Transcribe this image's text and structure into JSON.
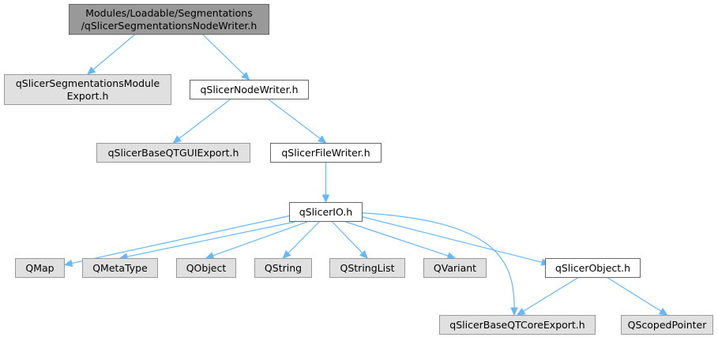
{
  "nodes": {
    "root": {
      "label": "Modules/Loadable/Segmentations\n/qSlicerSegmentationsNodeWriter.h",
      "kind": "root"
    },
    "segExport": {
      "label": "qSlicerSegmentationsModule\nExport.h",
      "kind": "ext"
    },
    "nodeWriter": {
      "label": "qSlicerNodeWriter.h",
      "kind": "doc"
    },
    "guiExport": {
      "label": "qSlicerBaseQTGUIExport.h",
      "kind": "ext"
    },
    "fileWriter": {
      "label": "qSlicerFileWriter.h",
      "kind": "doc"
    },
    "io": {
      "label": "qSlicerIO.h",
      "kind": "doc"
    },
    "qmap": {
      "label": "QMap",
      "kind": "ext"
    },
    "qmetatype": {
      "label": "QMetaType",
      "kind": "ext"
    },
    "qobject": {
      "label": "QObject",
      "kind": "ext"
    },
    "qstring": {
      "label": "QString",
      "kind": "ext"
    },
    "qstringlist": {
      "label": "QStringList",
      "kind": "ext"
    },
    "qvariant": {
      "label": "QVariant",
      "kind": "ext"
    },
    "slicerObject": {
      "label": "qSlicerObject.h",
      "kind": "doc"
    },
    "coreExport": {
      "label": "qSlicerBaseQTCoreExport.h",
      "kind": "ext"
    },
    "qscoped": {
      "label": "QScopedPointer",
      "kind": "ext"
    }
  },
  "edges": [
    [
      "root",
      "segExport"
    ],
    [
      "root",
      "nodeWriter"
    ],
    [
      "nodeWriter",
      "guiExport"
    ],
    [
      "nodeWriter",
      "fileWriter"
    ],
    [
      "fileWriter",
      "io"
    ],
    [
      "io",
      "qmap"
    ],
    [
      "io",
      "qmetatype"
    ],
    [
      "io",
      "qobject"
    ],
    [
      "io",
      "qstring"
    ],
    [
      "io",
      "qstringlist"
    ],
    [
      "io",
      "qvariant"
    ],
    [
      "io",
      "slicerObject"
    ],
    [
      "io",
      "coreExport"
    ],
    [
      "slicerObject",
      "coreExport"
    ],
    [
      "slicerObject",
      "qscoped"
    ]
  ],
  "colors": {
    "edge": "#63b8ff",
    "root_fill": "#999999",
    "doc_fill": "#ffffff",
    "ext_fill": "#e0e0e0"
  }
}
